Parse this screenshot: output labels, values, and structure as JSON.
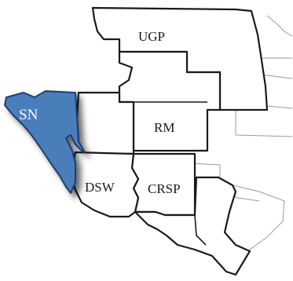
{
  "map": {
    "regions": [
      {
        "id": "ugp",
        "label": "UGP",
        "highlighted": false
      },
      {
        "id": "rm",
        "label": "RM",
        "highlighted": false
      },
      {
        "id": "sn",
        "label": "SN",
        "highlighted": true
      },
      {
        "id": "dsw",
        "label": "DSW",
        "highlighted": false
      },
      {
        "id": "crsp",
        "label": "CRSP",
        "highlighted": false
      }
    ],
    "colors": {
      "highlight_fill": "#4a7ebb",
      "highlight_stroke": "#1f3f6a",
      "region_fill": "#ffffff",
      "region_border": "#1a1a1a",
      "state_border": "#9a9a9a"
    }
  }
}
